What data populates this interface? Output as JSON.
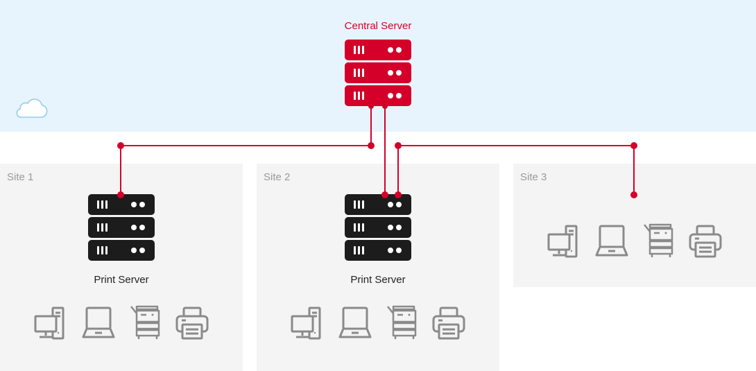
{
  "central_server": {
    "label": "Central Server"
  },
  "sites": [
    {
      "label": "Site 1",
      "server_label": "Print Server"
    },
    {
      "label": "Site 2",
      "server_label": "Print Server"
    },
    {
      "label": "Site 3"
    }
  ],
  "icons": {
    "cloud": "cloud-icon",
    "server": "server-rack-icon",
    "devices": [
      "desktop-computer-icon",
      "laptop-icon",
      "multifunction-printer-icon",
      "printer-icon"
    ]
  },
  "colors": {
    "accent": "#d4002a",
    "server_dark": "#1c1c1c",
    "cloud_bg": "#e8f4fd",
    "site_bg": "#f4f4f4",
    "device_gray": "#8a8a8a"
  }
}
